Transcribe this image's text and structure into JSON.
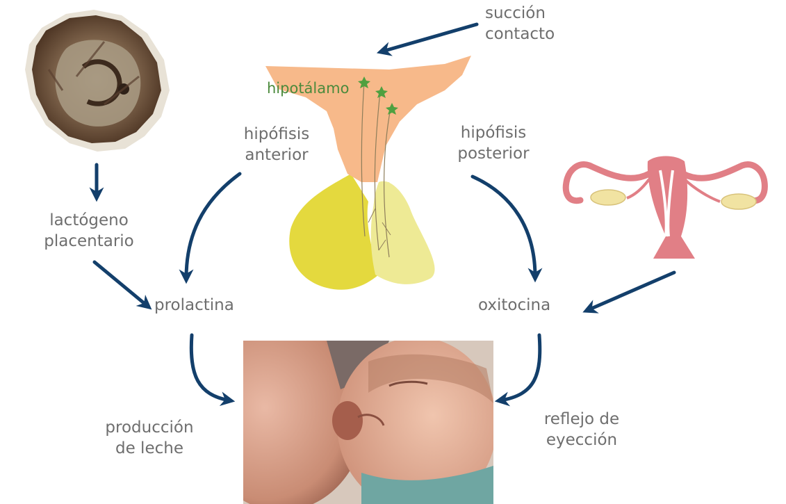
{
  "labels": {
    "stimulus": [
      "succión",
      "contacto"
    ],
    "hypothalamus": "hipotálamo",
    "anterior_pituitary": [
      "hipófisis",
      "anterior"
    ],
    "posterior_pituitary": [
      "hipófisis",
      "posterior"
    ],
    "placental_lactogen": [
      "lactógeno",
      "placentario"
    ],
    "prolactin": "prolactina",
    "oxytocin": "oxitocina",
    "milk_production": [
      "producción",
      "de leche"
    ],
    "ejection_reflex": [
      "reflejo de",
      "eyección"
    ]
  },
  "colors": {
    "arrow": "#133f6b",
    "text": "#6e6e6e",
    "hypothalamus": "#f7b98a",
    "pituitary_anterior": "#e4d93e",
    "pituitary_posterior": "#eeea95",
    "neuron": "#4fa040",
    "uterus": "#e17f86",
    "ovary": "#f1e3a2",
    "placenta": "#6b4b32"
  },
  "icons": [
    "placenta-image",
    "hypothalamus-pituitary-illustration",
    "uterus-illustration",
    "breastfeeding-photo"
  ]
}
